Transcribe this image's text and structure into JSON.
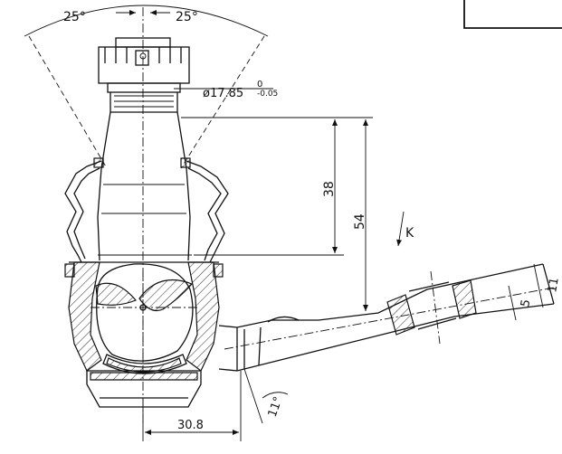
{
  "drawing": {
    "angle_left": "25°",
    "angle_right": "25°",
    "diameter": "ø17.85",
    "tolerance_upper": "0",
    "tolerance_lower": "-0.05",
    "dim_height_38": "38",
    "dim_height_54": "54",
    "view_marker": "K",
    "dim_width": "30.8",
    "angle_arm": "11°",
    "dim_5": "5",
    "dim_11": "11"
  }
}
